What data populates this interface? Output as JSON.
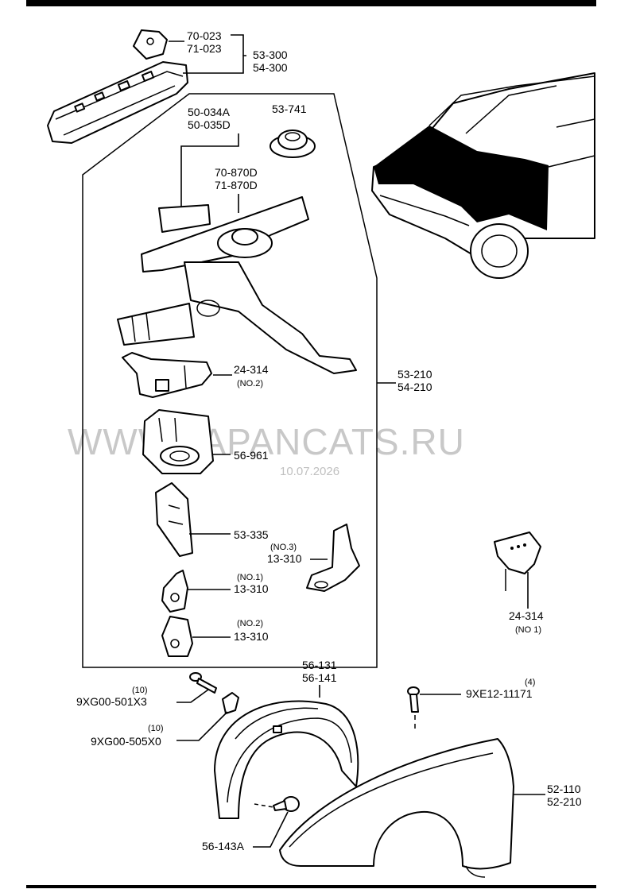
{
  "labels": {
    "p70_023": "70-023",
    "p71_023": "71-023",
    "p53_300": "53-300",
    "p54_300": "54-300",
    "p50_034A": "50-034A",
    "p50_035D": "50-035D",
    "p53_741": "53-741",
    "p70_870D": "70-870D",
    "p71_870D": "71-870D",
    "p24_314": "24-314",
    "p24_314_note": "(NO.2)",
    "p53_210": "53-210",
    "p54_210": "54-210",
    "p56_961": "56-961",
    "p53_335": "53-335",
    "p13_310_a_note": "(NO.3)",
    "p13_310_a": "13-310",
    "p13_310_b_note": "(NO.1)",
    "p13_310_b": "13-310",
    "p13_310_c_note": "(NO.2)",
    "p13_310_c": "13-310",
    "p24_314_r": "24-314",
    "p24_314_r_note": "(NO 1)",
    "p56_131": "56-131",
    "p56_141": "56-141",
    "bolt1_qty": "(10)",
    "bolt1": "9XG00-501X3",
    "clip_qty": "(10)",
    "clip": "9XG00-505X0",
    "screw_qty": "(4)",
    "screw": "9XE12-11171",
    "p52_110": "52-110",
    "p52_210": "52-210",
    "p56_143A": "56-143A"
  },
  "watermark": {
    "site": "WWW.JAPANCATS.RU",
    "date": "10.07.2026"
  }
}
